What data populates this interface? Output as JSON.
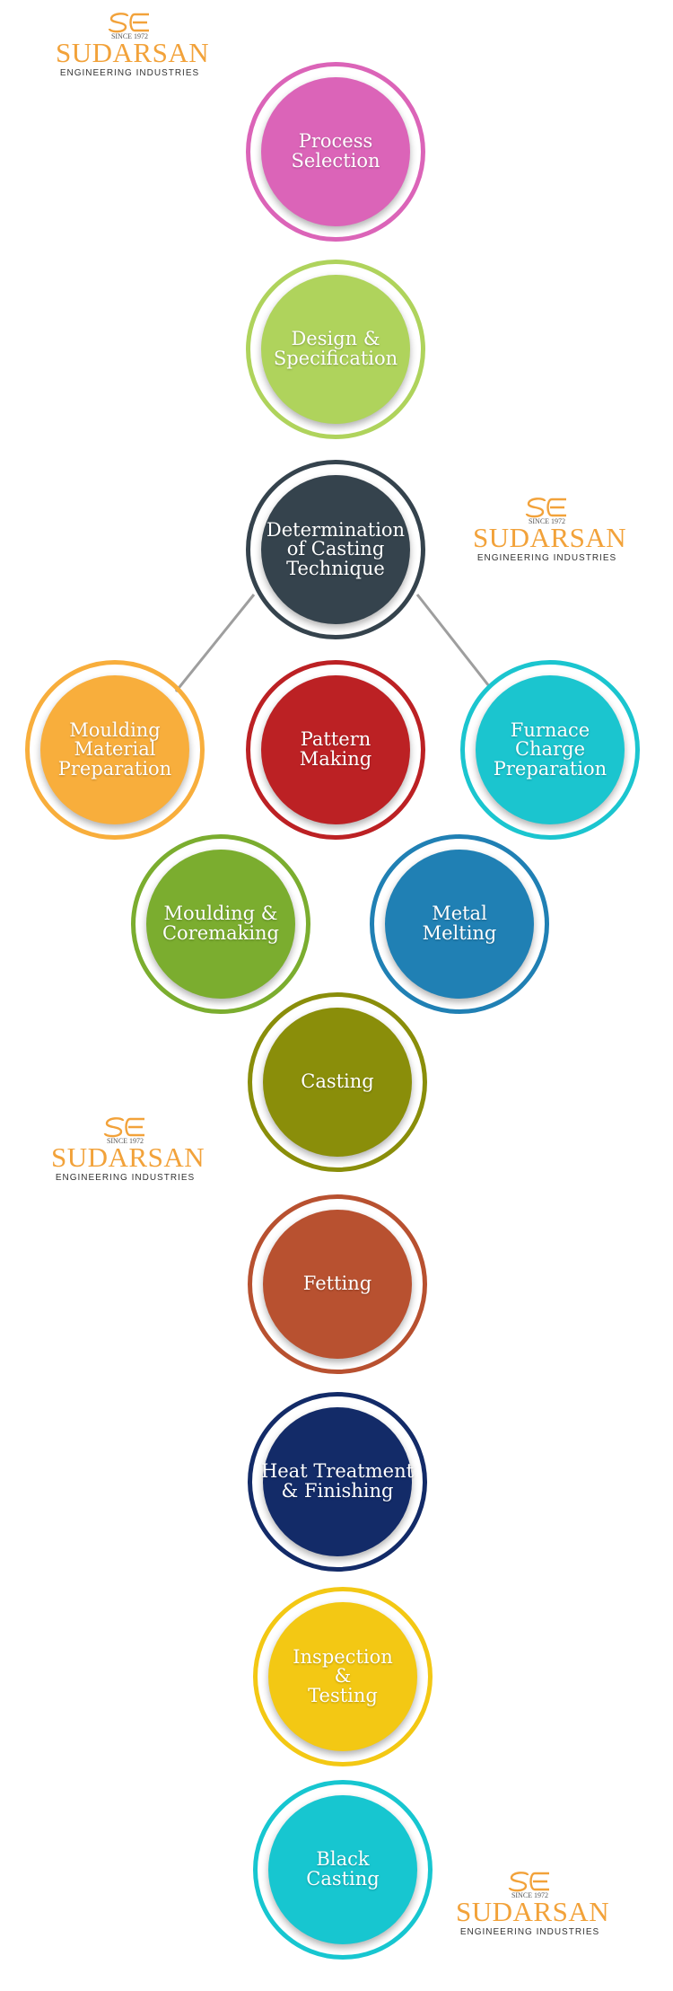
{
  "brand": {
    "since": "SINCE 1972",
    "name": "SUDARSAN",
    "tagline": "ENGINEERING INDUSTRIES",
    "color": "#f2a23a"
  },
  "steps": [
    {
      "id": "process-selection",
      "label": "Process\nSelection",
      "color": "#db64b8"
    },
    {
      "id": "design-specification",
      "label": "Design &\nSpecification",
      "color": "#afd35c"
    },
    {
      "id": "determination-casting-technique",
      "label": "Determination\nof Casting\nTechnique",
      "color": "#35434d"
    },
    {
      "id": "moulding-material-preparation",
      "label": "Moulding\nMaterial\nPreparation",
      "color": "#f8ae3c"
    },
    {
      "id": "pattern-making",
      "label": "Pattern\nMaking",
      "color": "#bc2124"
    },
    {
      "id": "furnace-charge-preparation",
      "label": "Furnace\nCharge\nPreparation",
      "color": "#1bc5cf"
    },
    {
      "id": "moulding-coremaking",
      "label": "Moulding &\nCoremaking",
      "color": "#7bad2f"
    },
    {
      "id": "metal-melting",
      "label": "Metal\nMelting",
      "color": "#2080b4"
    },
    {
      "id": "casting",
      "label": "Casting",
      "color": "#8a8e0a"
    },
    {
      "id": "fetting",
      "label": "Fetting",
      "color": "#b85130"
    },
    {
      "id": "heat-treatment-finishing",
      "label": "Heat Treatment\n& Finishing",
      "color": "#132b68"
    },
    {
      "id": "inspection-testing",
      "label": "Inspection\n&\nTesting",
      "color": "#f3c814"
    },
    {
      "id": "black-casting",
      "label": "Black\nCasting",
      "color": "#17c6d0"
    }
  ]
}
